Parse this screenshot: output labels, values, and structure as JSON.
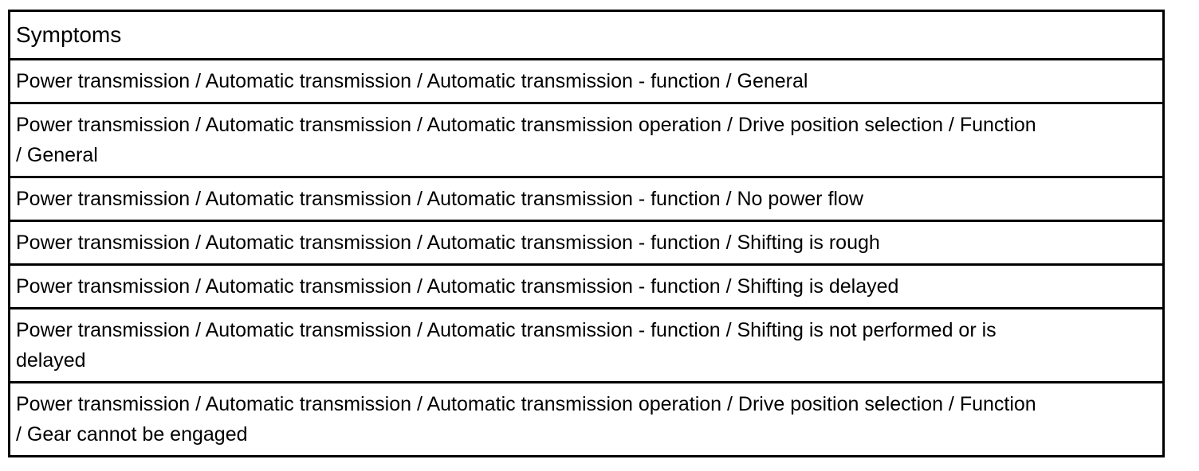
{
  "page": {
    "background_color": "#ffffff",
    "text_color": "#000000",
    "border_color": "#000000"
  },
  "table": {
    "header": "Symptoms",
    "rows": [
      {
        "lines": [
          "Power transmission / Automatic transmission / Automatic transmission - function / General"
        ]
      },
      {
        "lines": [
          "Power transmission / Automatic transmission / Automatic transmission operation / Drive position selection / Function",
          "/ General"
        ]
      },
      {
        "lines": [
          "Power transmission / Automatic transmission / Automatic transmission - function / No power flow"
        ]
      },
      {
        "lines": [
          "Power transmission / Automatic transmission / Automatic transmission - function / Shifting is rough"
        ]
      },
      {
        "lines": [
          "Power transmission / Automatic transmission / Automatic transmission - function / Shifting is delayed"
        ]
      },
      {
        "lines": [
          "Power transmission / Automatic transmission / Automatic transmission - function / Shifting is not performed or is",
          "delayed"
        ]
      },
      {
        "lines": [
          "Power transmission / Automatic transmission / Automatic transmission operation / Drive position selection / Function",
          "/ Gear cannot be engaged"
        ]
      }
    ]
  }
}
